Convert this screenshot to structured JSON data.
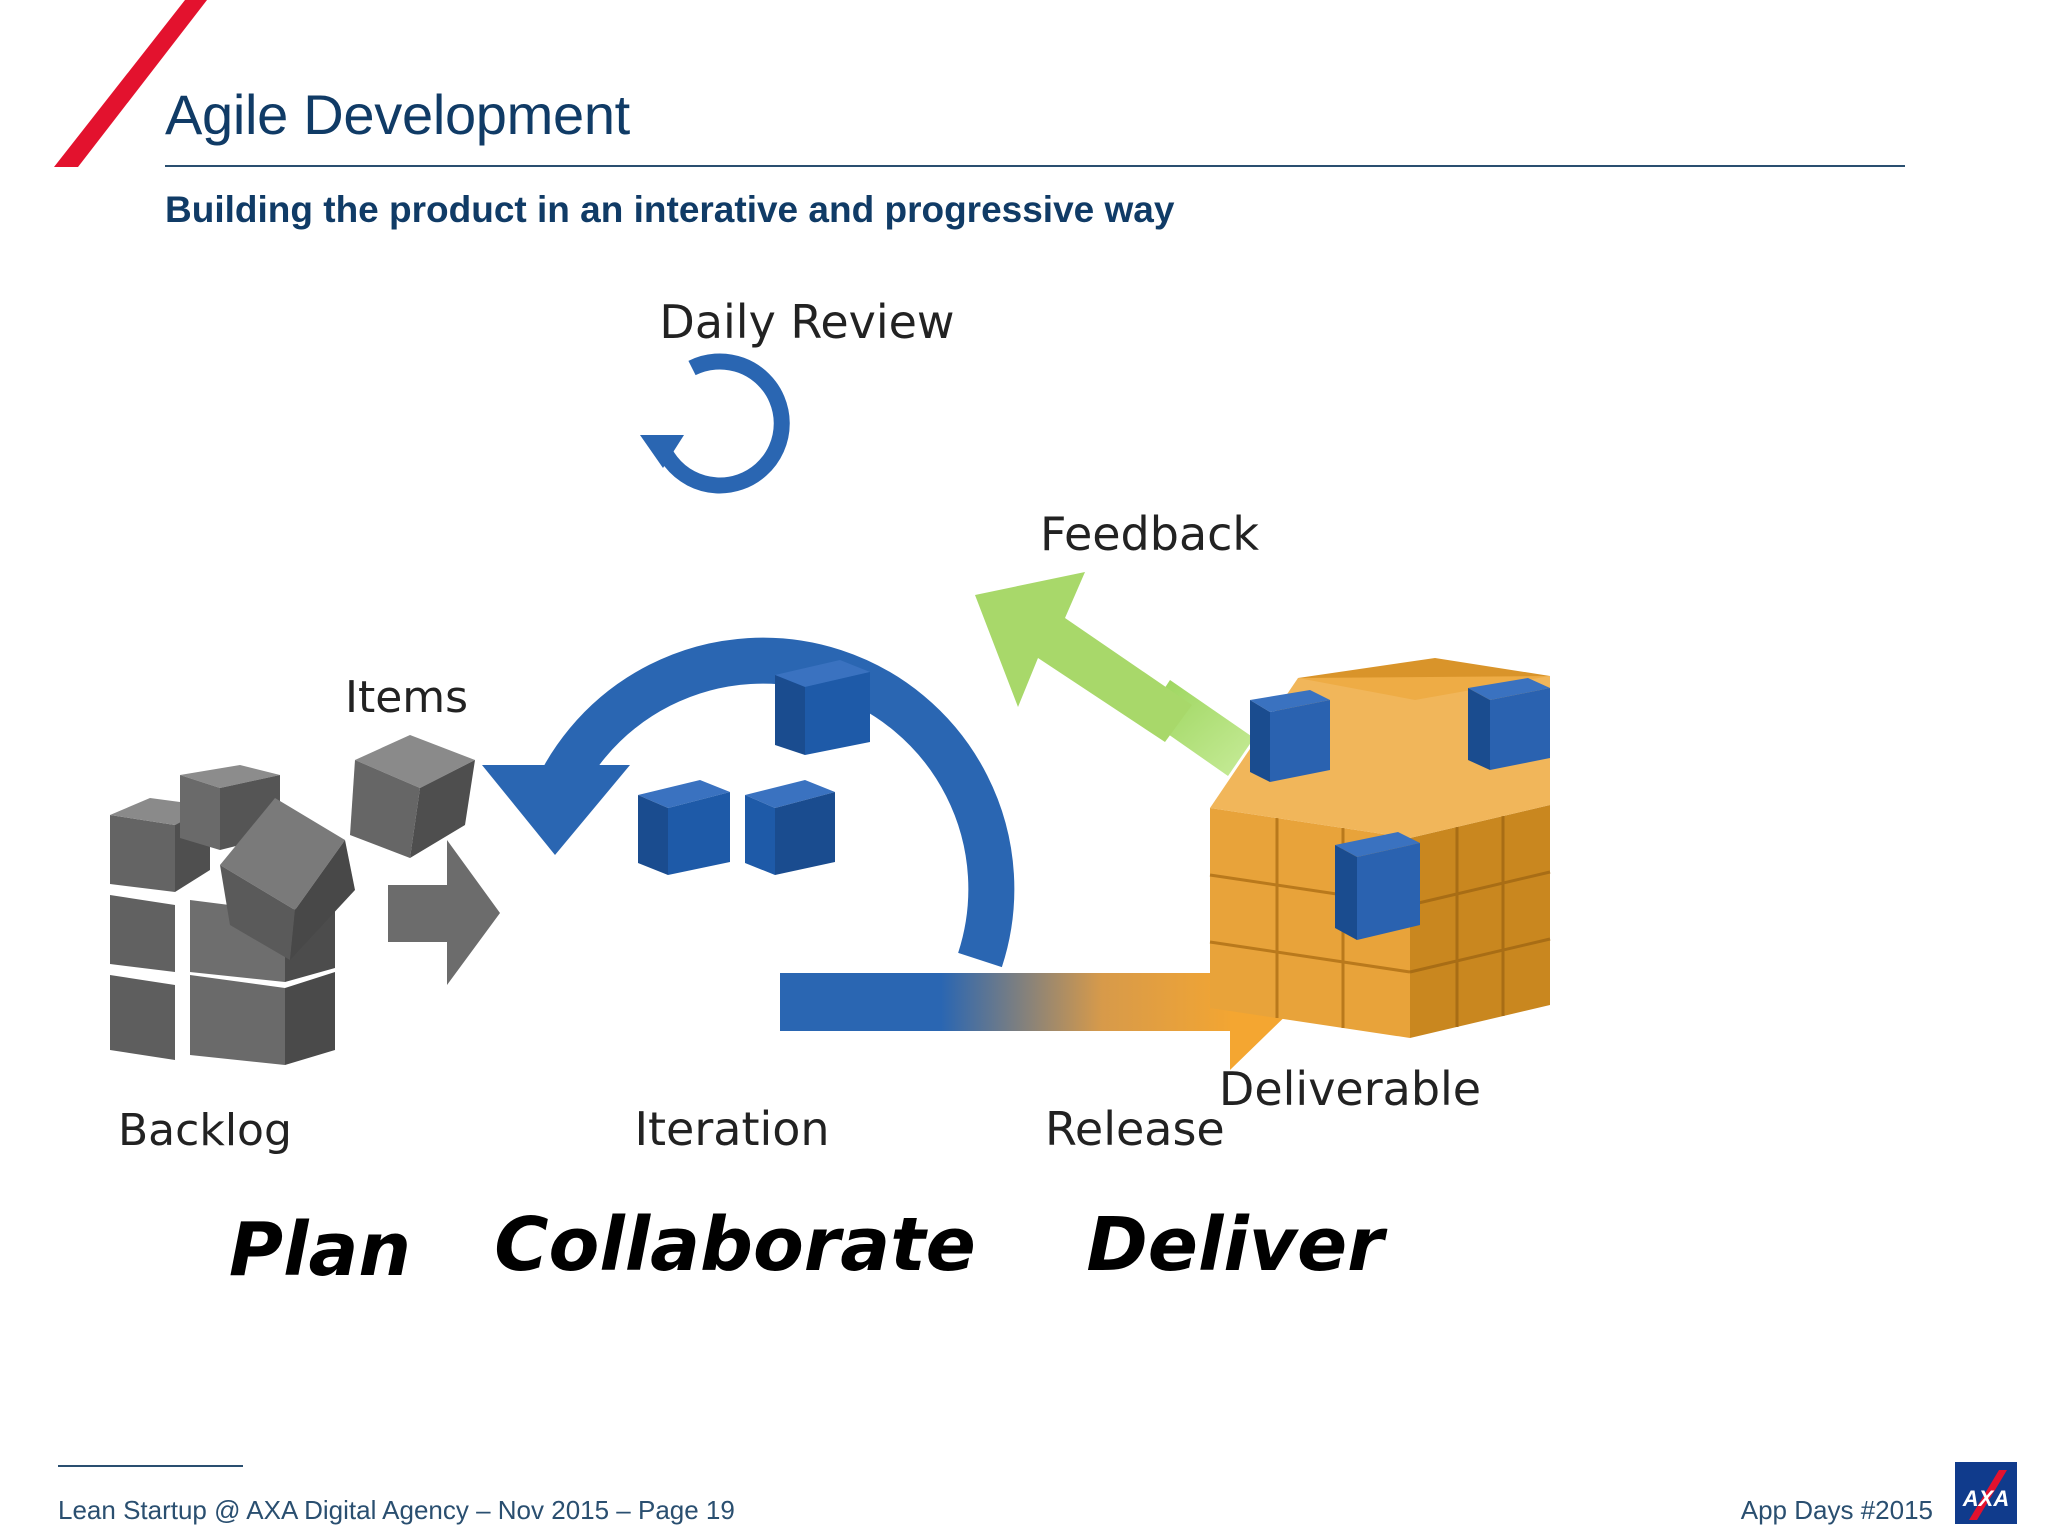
{
  "slide": {
    "title": "Agile Development",
    "subtitle": "Building the product in an interative and progressive way"
  },
  "diagram": {
    "labels": {
      "items": "Items",
      "backlog": "Backlog",
      "daily_review": "Daily Review",
      "feedback": "Feedback",
      "iteration": "Iteration",
      "release": "Release",
      "deliverable": "Deliverable"
    },
    "phases": {
      "plan": "Plan",
      "collaborate": "Collaborate",
      "deliver": "Deliver"
    },
    "colors": {
      "blue": "#2a66b2",
      "dark_blue": "#1c5298",
      "grey": "#6c6c6c",
      "orange": "#f0a53a",
      "green": "#a8d86a",
      "accent_red": "#e3122e"
    }
  },
  "footer": {
    "left": "Lean Startup @ AXA Digital Agency – Nov 2015 – Page 19",
    "right": "App Days #2015",
    "logo_text": "AXA"
  }
}
